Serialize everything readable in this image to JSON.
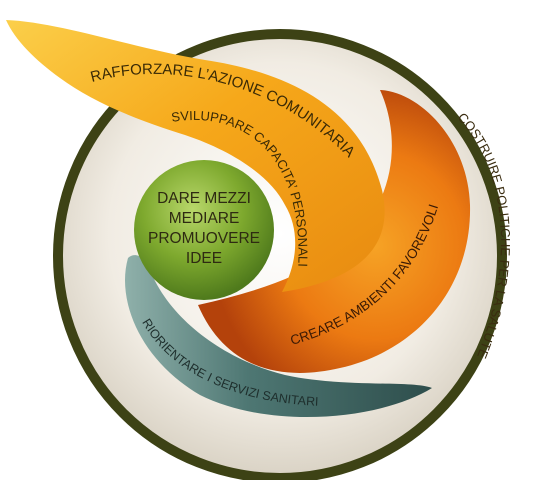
{
  "center": {
    "lines": [
      "DARE MEZZI",
      "MEDIARE",
      "PROMUOVERE",
      "IDEE"
    ]
  },
  "labels": {
    "comunitaria": "RAFFORZARE L’AZIONE COMUNITARIA",
    "personali": "SVILUPPARE CAPACITA’ PERSONALI",
    "ambienti": "CREARE AMBIENTI FAVOREVOLI",
    "servizi": "RIORIENTARE I SERVIZI SANITARI",
    "politiche": "COSTRUIRE POLITICHE PER LA SALUTE"
  },
  "colors": {
    "outer_ring": "#3d4215",
    "outer_fill": "#f2ede4",
    "yellow_band": "#f7b117",
    "orange_band": "#ec7b12",
    "teal_band": "#4f7874",
    "center_green": "#7fae2f"
  }
}
